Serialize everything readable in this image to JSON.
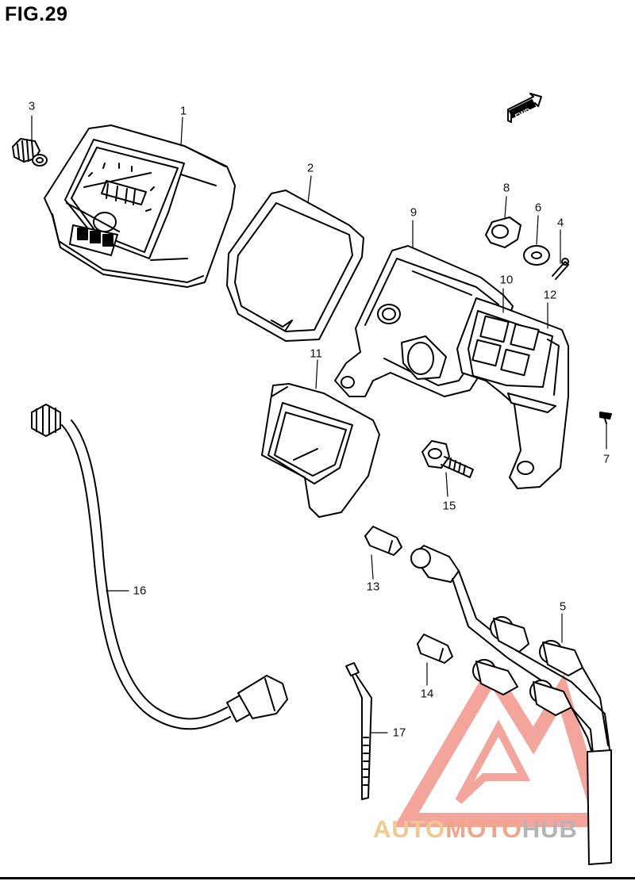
{
  "figure": {
    "title": "FIG.29"
  },
  "fwd_arrow": {
    "label": "FWD"
  },
  "callouts": [
    {
      "id": "1",
      "label": "1"
    },
    {
      "id": "2",
      "label": "2"
    },
    {
      "id": "3",
      "label": "3"
    },
    {
      "id": "4",
      "label": "4"
    },
    {
      "id": "5",
      "label": "5"
    },
    {
      "id": "6",
      "label": "6"
    },
    {
      "id": "7",
      "label": "7"
    },
    {
      "id": "8",
      "label": "8"
    },
    {
      "id": "9",
      "label": "9"
    },
    {
      "id": "10",
      "label": "10"
    },
    {
      "id": "11",
      "label": "11"
    },
    {
      "id": "12",
      "label": "12"
    },
    {
      "id": "13",
      "label": "13"
    },
    {
      "id": "14",
      "label": "14"
    },
    {
      "id": "15",
      "label": "15"
    },
    {
      "id": "16",
      "label": "16"
    },
    {
      "id": "17",
      "label": "17"
    }
  ],
  "watermark": {
    "part1": "AUTO",
    "part2": "MOTO",
    "part3": "HUB",
    "colors": {
      "auto": "#f2c98d",
      "moto": "#f0a488",
      "hub": "#b4b4b4",
      "logo": "#f0867a"
    }
  }
}
